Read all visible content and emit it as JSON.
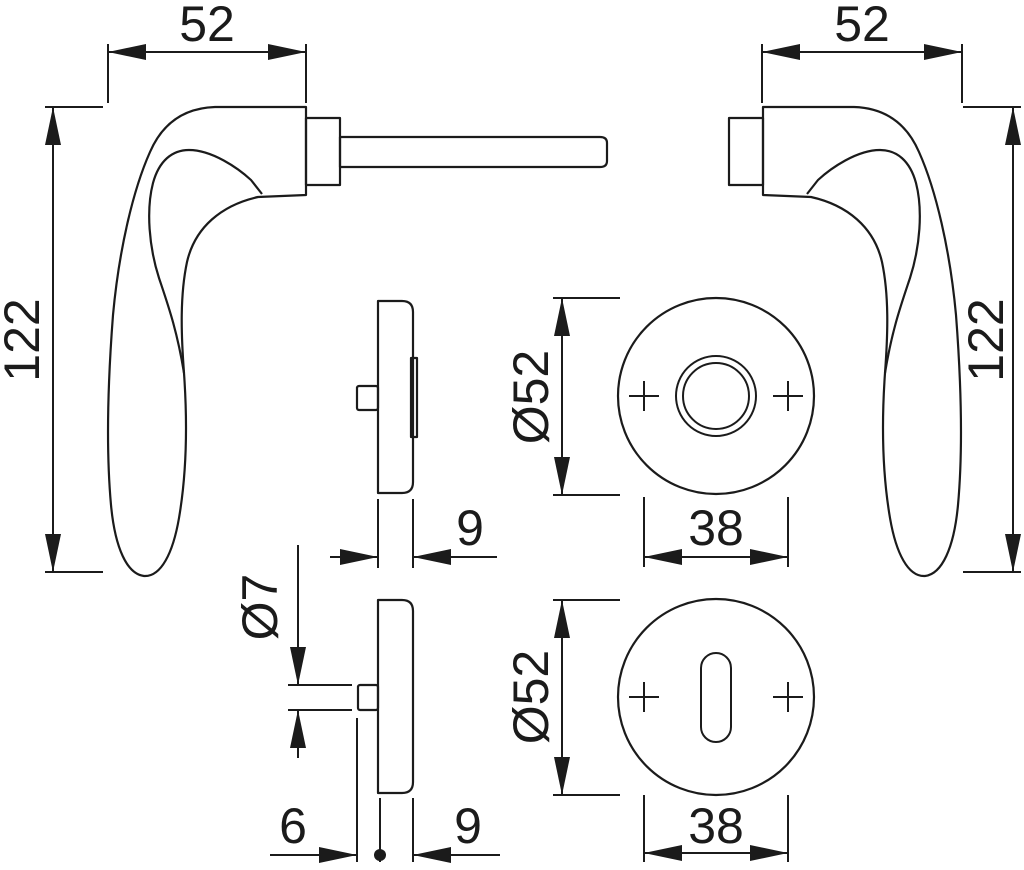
{
  "drawing": {
    "type": "technical-dimension-drawing",
    "subject": "door lever handle set with round rose and key escutcheon",
    "background_color": "#ffffff",
    "line_color": "#1b1b1b",
    "views": {
      "left_handle": "lever handle side view with spindle",
      "right_handle": "mirrored lever handle side view",
      "rose_side": "rose profile view",
      "rose_front": "round rose front view with screw marks",
      "escutcheon_side": "key escutcheon profile view",
      "escutcheon_front": "round key escutcheon front view with keyhole"
    },
    "dims": {
      "left_handle_width": "52",
      "left_handle_length": "122",
      "right_handle_width": "52",
      "right_handle_length": "122",
      "rose_thickness": "9",
      "rose_diameter": "Ø52",
      "rose_screw_spacing": "38",
      "escutcheon_hub_diameter": "Ø7",
      "escutcheon_hub_projection": "6",
      "escutcheon_thickness": "9",
      "escutcheon_diameter": "Ø52",
      "escutcheon_screw_spacing": "38"
    }
  }
}
